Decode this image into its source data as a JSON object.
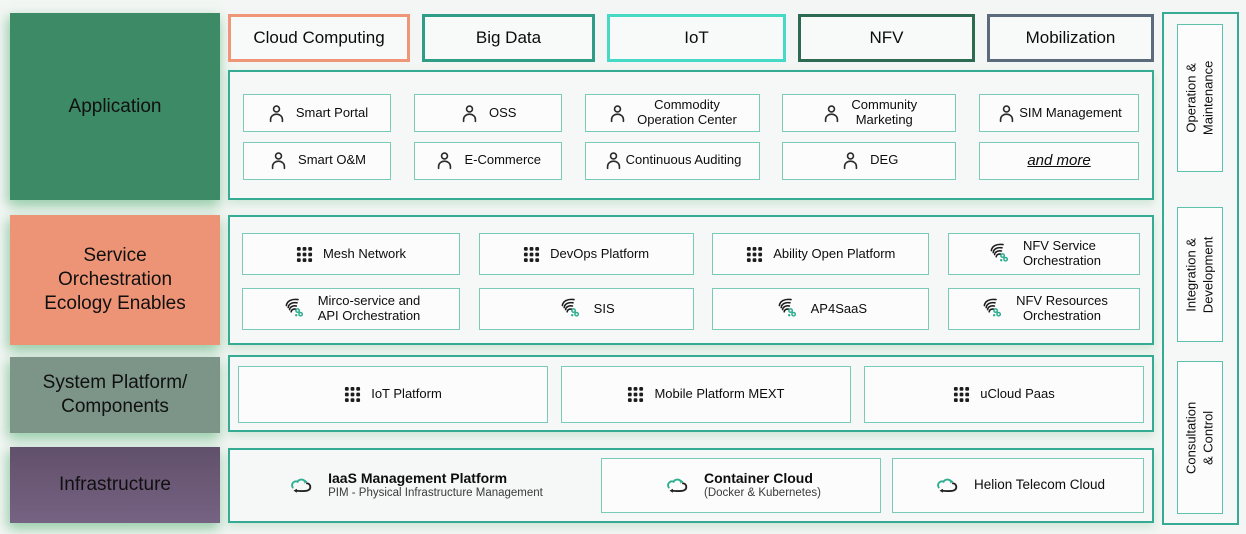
{
  "page": {
    "background": "#f3f6f4"
  },
  "colors": {
    "container_border": "#36ab94",
    "item_border": "#7acab8",
    "glow": "#8cc8a0",
    "accent_green": "#2fae8f",
    "application_row": "#3d8a66",
    "service_row": "#ee9476",
    "system_row": "#7d9589",
    "infrastructure_row": "#6b5874"
  },
  "left": {
    "rows": [
      {
        "label": "Application",
        "color": "#3d8a66",
        "style": "background:#3d8a66"
      },
      {
        "label": "Service\nOrchestration\nEcology Enables",
        "color": "#ee9476",
        "style": "background:#ee9476"
      },
      {
        "label": "System Platform/\nComponents",
        "color": "#7d9589",
        "style": "background:#7d9589"
      },
      {
        "label": "Infrastructure",
        "color": "#6b5874",
        "style": "background:linear-gradient(#61506b,#766282)"
      }
    ]
  },
  "tags": {
    "items": [
      {
        "label": "Cloud Computing",
        "border_color": "#ef9678",
        "style": "border-color:#ef9678"
      },
      {
        "label": "Big Data",
        "border_color": "#2f9d86",
        "style": "border-color:#2f9d86"
      },
      {
        "label": "IoT",
        "border_color": "#45d9c6",
        "style": "border-color:#45d9c6"
      },
      {
        "label": "NFV",
        "border_color": "#2c6b52",
        "style": "border-color:#2c6b52"
      },
      {
        "label": "Mobilization",
        "border_color": "#5c6b7b",
        "style": "border-color:#5c6b7b"
      }
    ]
  },
  "application": {
    "items": [
      {
        "label": "Smart Portal",
        "icon": "person-icon"
      },
      {
        "label": "OSS",
        "icon": "person-icon"
      },
      {
        "label": "Commodity\nOperation Center",
        "icon": "person-icon"
      },
      {
        "label": "Community\nMarketing",
        "icon": "person-icon"
      },
      {
        "label": "SIM Management",
        "icon": "person-icon"
      },
      {
        "label": "Smart O&M",
        "icon": "person-icon"
      },
      {
        "label": "E-Commerce",
        "icon": "person-icon"
      },
      {
        "label": "Continuous Auditing",
        "icon": "person-icon"
      },
      {
        "label": "DEG",
        "icon": "person-icon"
      },
      {
        "label": "and more",
        "icon": "none"
      }
    ]
  },
  "services": {
    "items": [
      {
        "label": "Mesh Network",
        "icon": "app-grid-icon"
      },
      {
        "label": "DevOps Platform",
        "icon": "app-grid-icon"
      },
      {
        "label": "Ability Open Platform",
        "icon": "app-grid-icon"
      },
      {
        "label": "NFV Service\nOrchestration",
        "icon": "service-flow-icon"
      },
      {
        "label": "Mirco-service and\nAPI Orchestration",
        "icon": "service-flow-icon"
      },
      {
        "label": "SIS",
        "icon": "service-flow-icon"
      },
      {
        "label": "AP4SaaS",
        "icon": "service-flow-icon"
      },
      {
        "label": "NFV Resources\nOrchestration",
        "icon": "service-flow-icon"
      }
    ]
  },
  "platforms": {
    "items": [
      {
        "label": "IoT Platform",
        "icon": "app-grid-icon"
      },
      {
        "label": "Mobile Platform MEXT",
        "icon": "app-grid-icon"
      },
      {
        "label": "uCloud Paas",
        "icon": "app-grid-icon"
      }
    ]
  },
  "infrastructure": {
    "items": [
      {
        "title": "IaaS Management Platform",
        "subtitle": "PIM - Physical Infrastructure Management",
        "icon": "cloud-sync-icon"
      },
      {
        "title": "Container Cloud",
        "subtitle": "(Docker & Kubernetes)",
        "icon": "cloud-sync-icon"
      },
      {
        "title": "Helion Telecom Cloud",
        "subtitle": "",
        "icon": "cloud-sync-icon"
      }
    ]
  },
  "side": {
    "panels": [
      {
        "label": "Operation &\nMaintenance"
      },
      {
        "label": "Integration &\nDevelopment"
      },
      {
        "label": "Consultation & Control"
      }
    ]
  }
}
